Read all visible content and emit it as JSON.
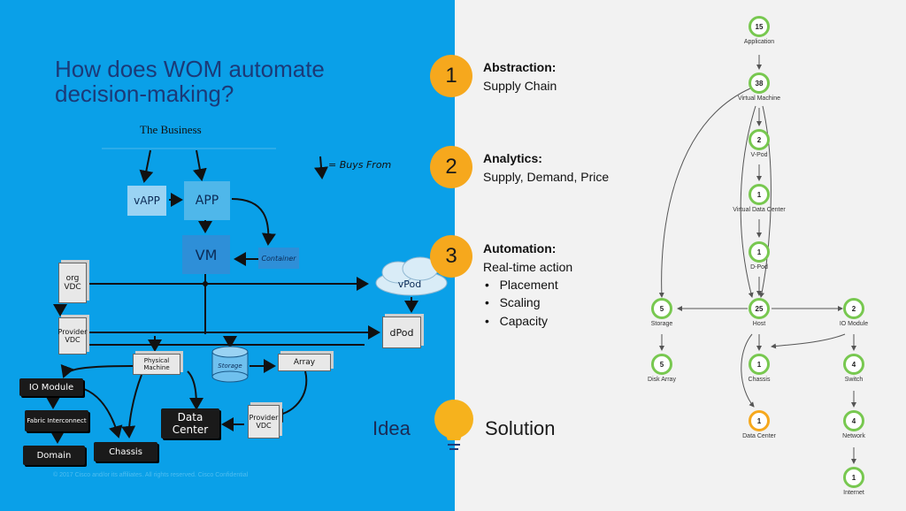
{
  "slide": {
    "title_line1": "How does WOM automate",
    "title_line2": "decision-making?",
    "copyright": "© 2017  Cisco and/or its affiliates. All rights reserved.     Cisco Confidential"
  },
  "diagram": {
    "business": "The Business",
    "legend": "= Buys From",
    "nodes": {
      "vapp": "vAPP",
      "app": "APP",
      "vm": "VM",
      "container": "Container",
      "org_vdc": "org VDC",
      "provider_vdc": "Provider VDC",
      "vpod": "vPod",
      "dpod": "dPod",
      "physical_machine": "Physical Machine",
      "storage": "Storage",
      "array": "Array",
      "io_module": "IO Module",
      "fabric": "Fabric Interconnect",
      "domain": "Domain",
      "chassis": "Chassis",
      "data_center": "Data Center",
      "provider_vdc2": "Provider VDC"
    }
  },
  "steps": [
    {
      "num": "1",
      "head": "Abstraction:",
      "sub": "Supply Chain"
    },
    {
      "num": "2",
      "head": "Analytics:",
      "sub": "Supply, Demand, Price"
    },
    {
      "num": "3",
      "head": "Automation:",
      "sub": "Real-time action"
    }
  ],
  "bullets": [
    "Placement",
    "Scaling",
    "Capacity"
  ],
  "idea": "Idea",
  "solution": "Solution",
  "supply_chain": [
    {
      "id": "application",
      "count": "15",
      "label": "Application",
      "color": "#78c850"
    },
    {
      "id": "virtual_machine",
      "count": "38",
      "label": "Virtual Machine",
      "color": "#78c850"
    },
    {
      "id": "v_pod",
      "count": "2",
      "label": "V-Pod",
      "color": "#78c850"
    },
    {
      "id": "vdc",
      "count": "1",
      "label": "Virtual Data Center",
      "color": "#78c850"
    },
    {
      "id": "d_pod",
      "count": "1",
      "label": "D-Pod",
      "color": "#78c850"
    },
    {
      "id": "storage",
      "count": "5",
      "label": "Storage",
      "color": "#78c850"
    },
    {
      "id": "host",
      "count": "25",
      "label": "Host",
      "color": "#78c850"
    },
    {
      "id": "io_module",
      "count": "2",
      "label": "IO Module",
      "color": "#78c850"
    },
    {
      "id": "disk_array",
      "count": "5",
      "label": "Disk Array",
      "color": "#78c850"
    },
    {
      "id": "chassis",
      "count": "1",
      "label": "Chassis",
      "color": "#78c850"
    },
    {
      "id": "switch",
      "count": "4",
      "label": "Switch",
      "color": "#78c850"
    },
    {
      "id": "data_center",
      "count": "1",
      "label": "Data Center",
      "color": "#f6a81d"
    },
    {
      "id": "network",
      "count": "4",
      "label": "Network",
      "color": "#78c850"
    },
    {
      "id": "internet",
      "count": "1",
      "label": "Internet",
      "color": "#78c850"
    }
  ]
}
